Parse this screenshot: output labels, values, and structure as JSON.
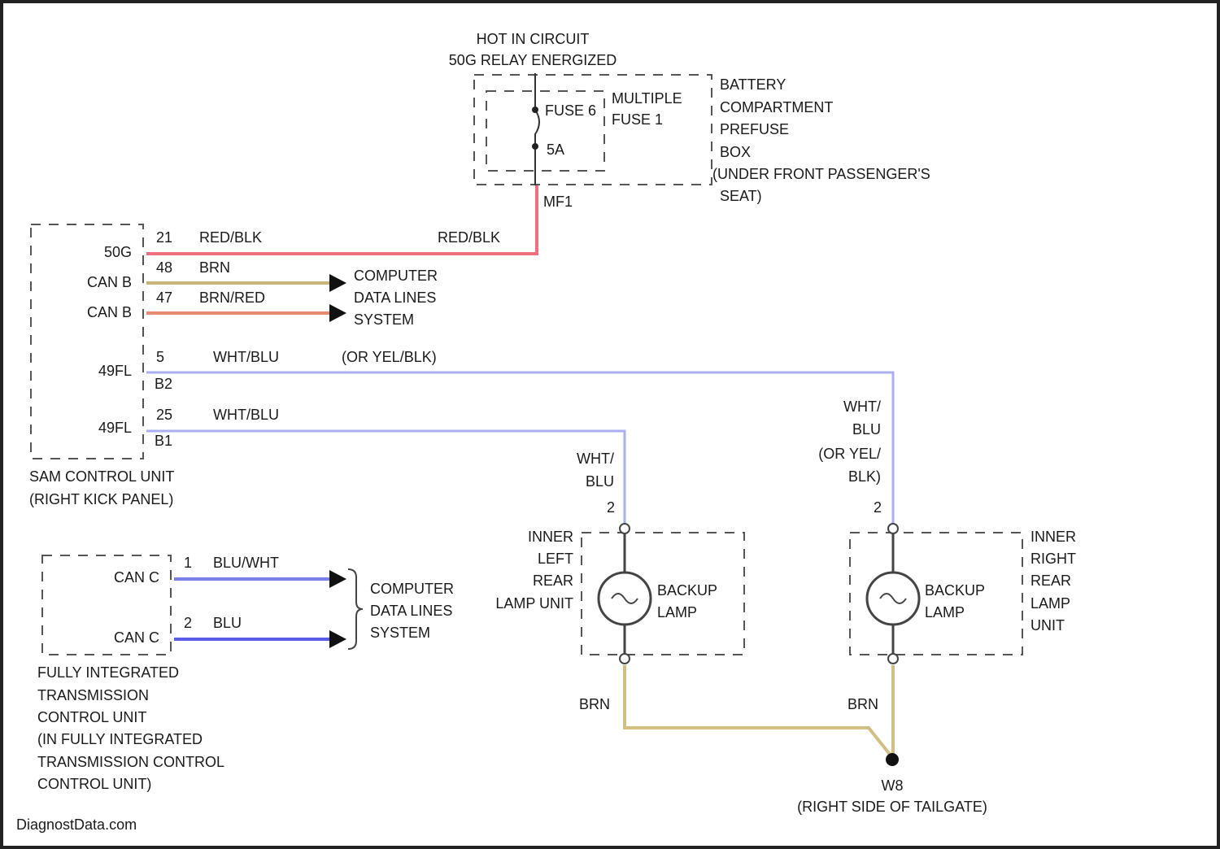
{
  "source": {
    "line1": "HOT IN CIRCUIT",
    "line2": "50G RELAY ENERGIZED"
  },
  "fuse_box": {
    "fuse_name": "FUSE 6",
    "fuse_rating": "5A",
    "multiple_line1": "MULTIPLE",
    "multiple_line2": "FUSE 1",
    "lines": [
      "BATTERY",
      "COMPARTMENT",
      "PREFUSE",
      "BOX",
      "(UNDER FRONT PASSENGER'S",
      "SEAT)"
    ],
    "connector": "MF1"
  },
  "sam_unit": {
    "pins": [
      {
        "label": "50G",
        "pin": "21",
        "wire": "RED/BLK",
        "wire_right": "RED/BLK"
      },
      {
        "label": "CAN B",
        "pin": "48",
        "wire": "BRN"
      },
      {
        "label": "CAN B",
        "pin": "47",
        "wire": "BRN/RED"
      },
      {
        "label": "49FL",
        "pin": "5",
        "wire": "WHT/BLU",
        "wire_alt": "(OR YEL/BLK)",
        "conn": "B2"
      },
      {
        "label": "49FL",
        "pin": "25",
        "wire": "WHT/BLU",
        "conn": "B1"
      }
    ],
    "name_line1": "SAM CONTROL UNIT",
    "name_line2": "(RIGHT KICK PANEL)"
  },
  "data_lines_1": [
    "COMPUTER",
    "DATA LINES",
    "SYSTEM"
  ],
  "transmission_unit": {
    "pins": [
      {
        "label": "CAN C",
        "pin": "1",
        "wire": "BLU/WHT"
      },
      {
        "label": "CAN C",
        "pin": "2",
        "wire": "BLU"
      }
    ],
    "name_lines": [
      "FULLY INTEGRATED",
      "TRANSMISSION",
      "CONTROL UNIT",
      "(IN FULLY INTEGRATED",
      "TRANSMISSION CONTROL",
      "CONTROL UNIT)"
    ]
  },
  "data_lines_2": [
    "COMPUTER",
    "DATA LINES",
    "SYSTEM"
  ],
  "left_lamp": {
    "wire_lines": [
      "WHT/",
      "BLU"
    ],
    "pin": "2",
    "unit_lines": [
      "INNER",
      "LEFT",
      "REAR",
      "LAMP UNIT"
    ],
    "lamp_lines": [
      "BACKUP",
      "LAMP"
    ],
    "ground_wire": "BRN"
  },
  "right_lamp": {
    "wire_lines": [
      "WHT/",
      "BLU",
      "(OR YEL/",
      "BLK)"
    ],
    "pin": "2",
    "unit_lines": [
      "INNER",
      "RIGHT",
      "REAR",
      "LAMP",
      "UNIT"
    ],
    "lamp_lines": [
      "BACKUP",
      "LAMP"
    ],
    "ground_wire": "BRN"
  },
  "ground": {
    "id": "W8",
    "location": "(RIGHT SIDE OF TAILGATE)"
  },
  "watermark": "DiagnostData.com",
  "colors": {
    "red_blk": "#f07080",
    "brn": "#c8b478",
    "brn_red": "#e88a70",
    "wht_blu": "#aab0ee",
    "blu_wht": "#7a82ea",
    "blu": "#5a5ce8",
    "ground_brn": "#d2bf84"
  }
}
